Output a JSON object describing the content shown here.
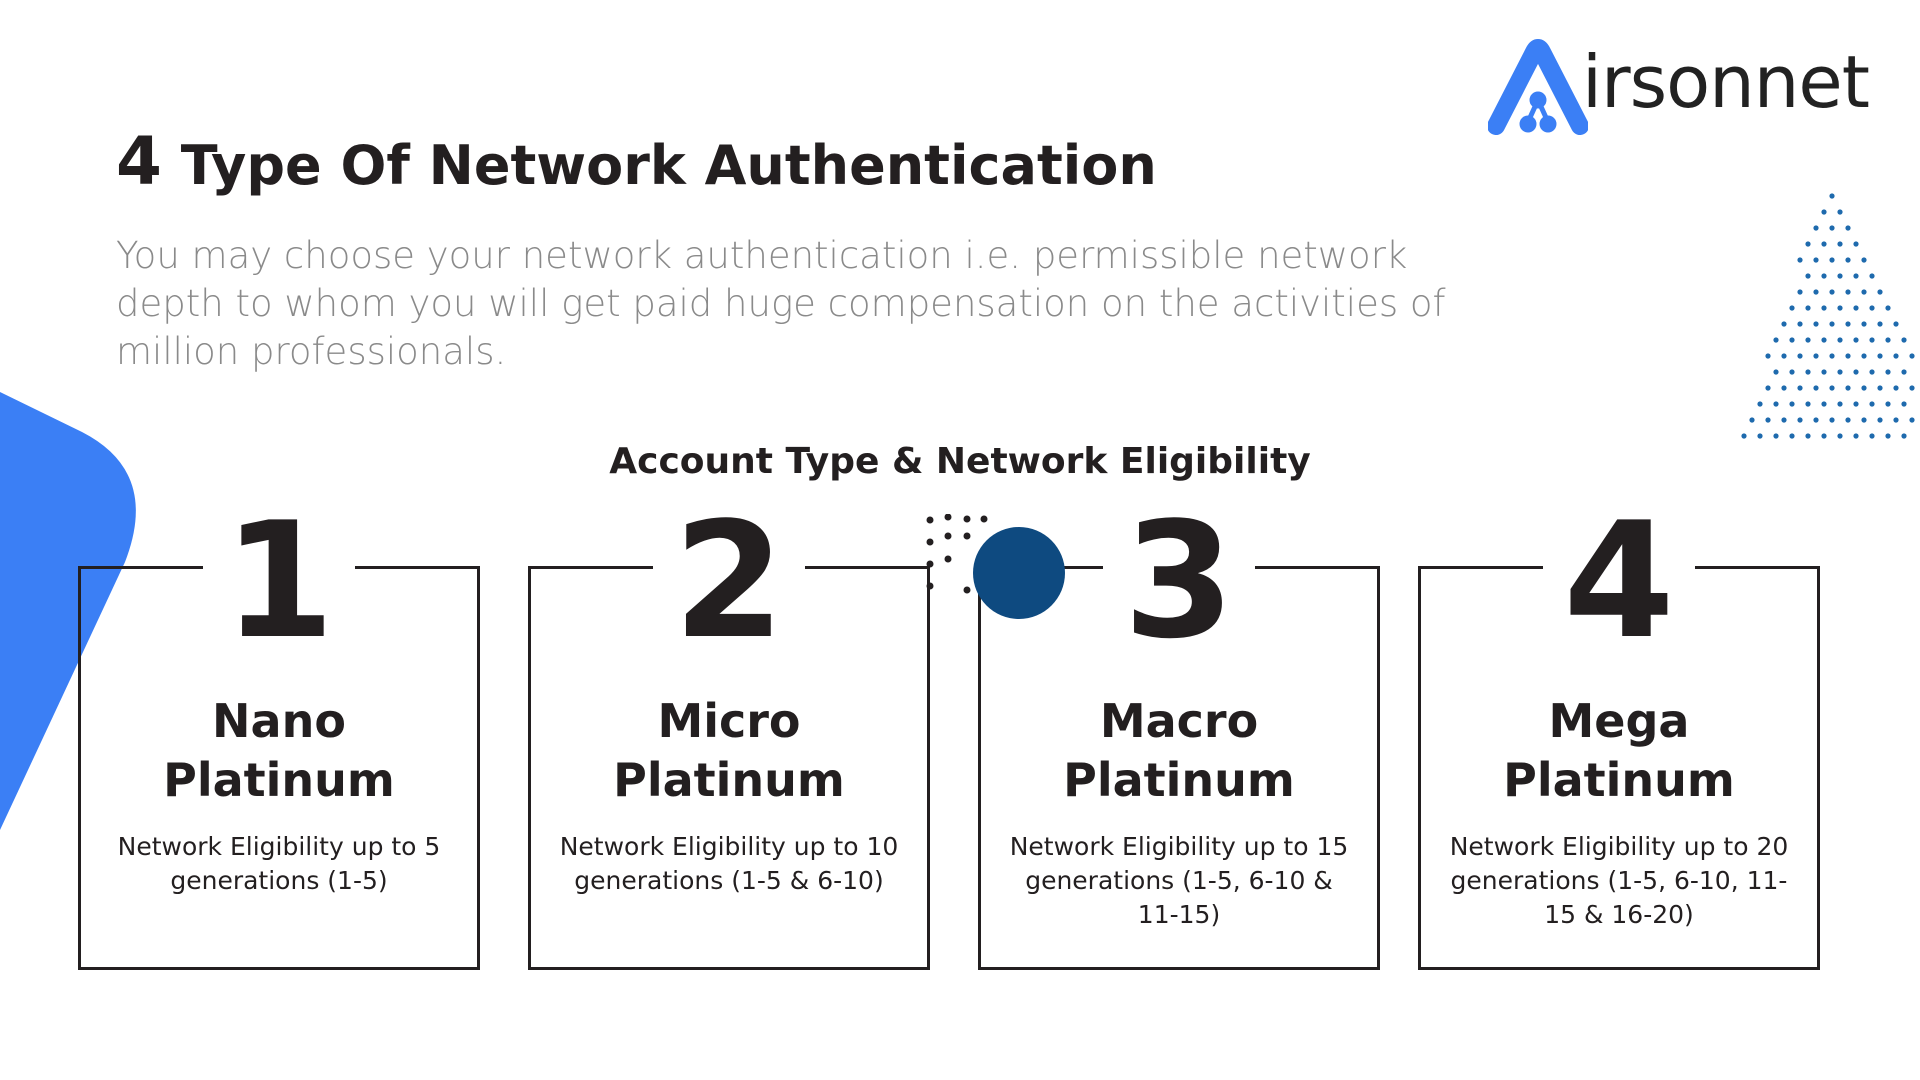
{
  "brand": {
    "logo_letter": "A",
    "logo_rest": "irsonnet",
    "accent_color": "#3b7ff5",
    "dot_color": "#0e4a80"
  },
  "slide": {
    "title_number": "4",
    "title_text": "Type Of Network Authentication",
    "intro": "You may choose your network authentication i.e. permissible network depth to whom you will get paid huge compensation on the activities of million professionals.",
    "section_heading": "Account Type & Network Eligibility"
  },
  "cards": [
    {
      "number": "1",
      "name_line1": "Nano",
      "name_line2": "Platinum",
      "description": "Network Eligibility up to 5 generations (1-5)"
    },
    {
      "number": "2",
      "name_line1": "Micro",
      "name_line2": "Platinum",
      "description": "Network Eligibility up to 10 generations (1-5 & 6-10)"
    },
    {
      "number": "3",
      "name_line1": "Macro",
      "name_line2": "Platinum",
      "description": "Network Eligibility up to 15 generations (1-5, 6-10 & 11-15)"
    },
    {
      "number": "4",
      "name_line1": "Mega",
      "name_line2": "Platinum",
      "description": "Network Eligibility up to 20 generations (1-5, 6-10, 11-15 & 16-20)"
    }
  ]
}
